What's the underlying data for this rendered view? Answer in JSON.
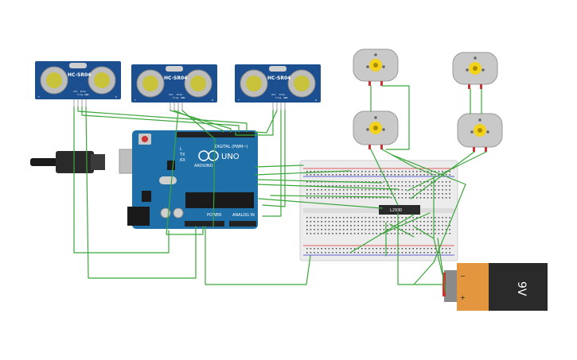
{
  "sensors": [
    {
      "label": "HC-SR04",
      "pins": [
        "VCC",
        "Trig",
        "Echo",
        "GND"
      ],
      "corner_left": "T",
      "corner_right": "R"
    },
    {
      "label": "HC-SR04",
      "pins": [
        "VCC",
        "Trig",
        "Echo",
        "GND"
      ],
      "corner_left": "T",
      "corner_right": "R"
    },
    {
      "label": "HC-SR04",
      "pins": [
        "VCC",
        "Trig",
        "Echo",
        "GND"
      ],
      "corner_left": "T",
      "corner_right": "R"
    }
  ],
  "arduino": {
    "brand": "ARDUINO",
    "model": "UNO",
    "digital_label": "DIGITAL (PWM~)",
    "power_label": "POWER",
    "analog_label": "ANALOG IN",
    "tx_label": "TX",
    "rx_label": "RX",
    "l_label": "L"
  },
  "driver_chip": {
    "label": "L293D"
  },
  "battery": {
    "label": "9V",
    "minus": "−",
    "plus": "+"
  },
  "colors": {
    "wire": "#3aa63a",
    "board": "#1f6fa8",
    "sensor": "#1b4f8f",
    "breadboard": "#ececec",
    "battery_orange": "#e3963e",
    "battery_black": "#2a2a2a"
  }
}
